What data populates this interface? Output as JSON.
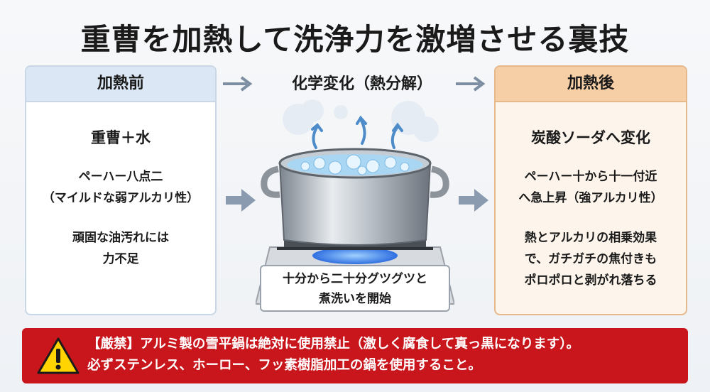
{
  "title": "重曹を加熱して洗浄力を激増させる裏技",
  "before": {
    "header": "加熱前",
    "main": "重曹＋水",
    "ph_line1": "ペーハー八点二",
    "ph_line2": "（マイルドな弱アルカリ性）",
    "note_line1": "頑固な油汚れには",
    "note_line2": "力不足"
  },
  "middle": {
    "header": "化学変化（熱分解）",
    "caption_line1": "十分から二十分グツグツと",
    "caption_line2": "煮洗いを開始"
  },
  "after": {
    "header": "加熱後",
    "main": "炭酸ソーダへ変化",
    "ph_line1": "ペーハー十から十一付近",
    "ph_line2": "へ急上昇（強アルカリ性）",
    "note_line1": "熱とアルカリの相乗効果",
    "note_line2": "で、ガチガチの焦付きも",
    "note_line3": "ポロポロと剥がれ落ちる"
  },
  "warning": {
    "line1": "【厳禁】アルミ製の雪平鍋は絶対に使用禁止（激しく腐食して真っ黒になります）。",
    "line2": "必ずステンレス、ホーロー、フッ素樹脂加工の鍋を使用すること。"
  },
  "colors": {
    "warning_red": "#c9161c",
    "before_header": "#dbe7f4",
    "after_header": "#f7cfa6",
    "arrow": "#7d8ea3",
    "flame": "#2f6fe0"
  },
  "icons": [
    "arrow-right-icon",
    "steam-icon",
    "pot-icon",
    "gas-stove-icon",
    "warning-triangle-icon"
  ]
}
